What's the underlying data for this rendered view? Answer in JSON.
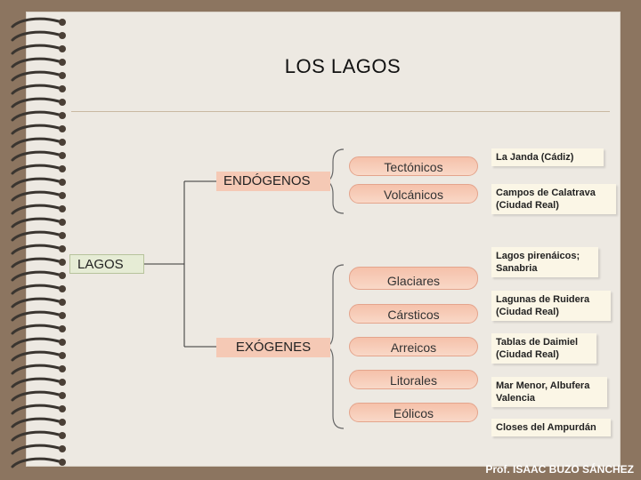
{
  "title": "LOS LAGOS",
  "root": "LAGOS",
  "categories": {
    "endogenos": "ENDÓGENOS",
    "exogenos": "EXÓGENES"
  },
  "types": [
    "Tectónicos",
    "Volcánicos",
    "Glaciares",
    "Cársticos",
    "Arreicos",
    "Litorales",
    "Eólicos"
  ],
  "examples": [
    "La Janda (Cádiz)",
    "Campos de Calatrava (Ciudad Real)",
    "Lagos pirenáicos; Sanabria",
    "Lagunas de Ruidera (Ciudad Real)",
    "Tablas de Daimiel (Ciudad Real)",
    "Mar Menor, Albufera Valencia",
    "Closes del Ampurdán"
  ],
  "footer": "Prof. ISAAC BUZO SÁNCHEZ",
  "colors": {
    "background": "#8c7560",
    "slide": "#ede9e2",
    "category": "#f5c9b5",
    "pill": "#f5c1aa",
    "example": "#fbf6e6",
    "root": "#e6ecd5"
  }
}
